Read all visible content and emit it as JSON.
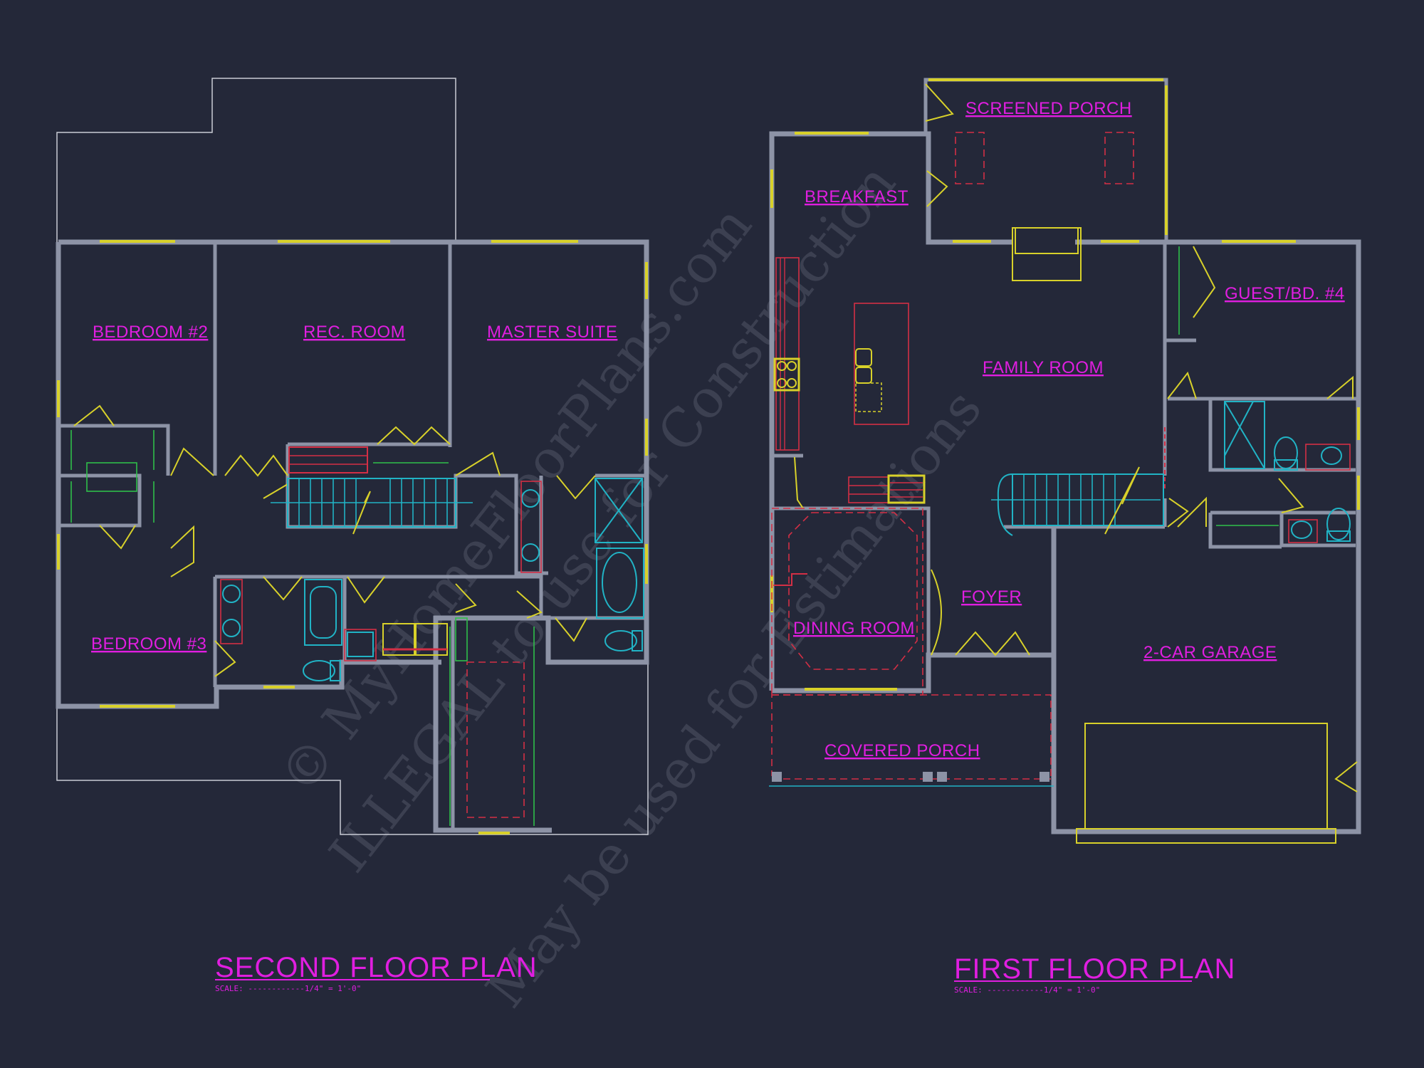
{
  "second_floor": {
    "title": "SECOND FLOOR PLAN",
    "scale": "SCALE: ------------1/4\" = 1'-0\"",
    "rooms": {
      "bedroom2": "BEDROOM #2",
      "rec_room": "REC. ROOM",
      "master_suite": "MASTER SUITE",
      "bedroom3": "BEDROOM #3"
    }
  },
  "first_floor": {
    "title": "FIRST FLOOR PLAN",
    "scale": "SCALE: ------------1/4\" = 1'-0\"",
    "rooms": {
      "screened_porch": "SCREENED PORCH",
      "breakfast": "BREAKFAST",
      "guest_bd4": "GUEST/BD. #4",
      "family_room": "FAMILY ROOM",
      "foyer": "FOYER",
      "dining_room": "DINING ROOM",
      "two_car_garage": "2-CAR GARAGE",
      "covered_porch": "COVERED PORCH"
    }
  },
  "watermark": {
    "line1": "© MyHomeFloorPlans.com",
    "line2": "ILLEGAL to use for Construction",
    "line3": "May be used for Estimations"
  },
  "colors": {
    "background": "#242839",
    "walls": "#8d93a6",
    "labels": "#e01ee0",
    "windows_doors": "#d8d12a",
    "fixtures": "#21b3c5",
    "dashed_lines": "#d32f45",
    "cabinets": "#2fbf4a"
  }
}
